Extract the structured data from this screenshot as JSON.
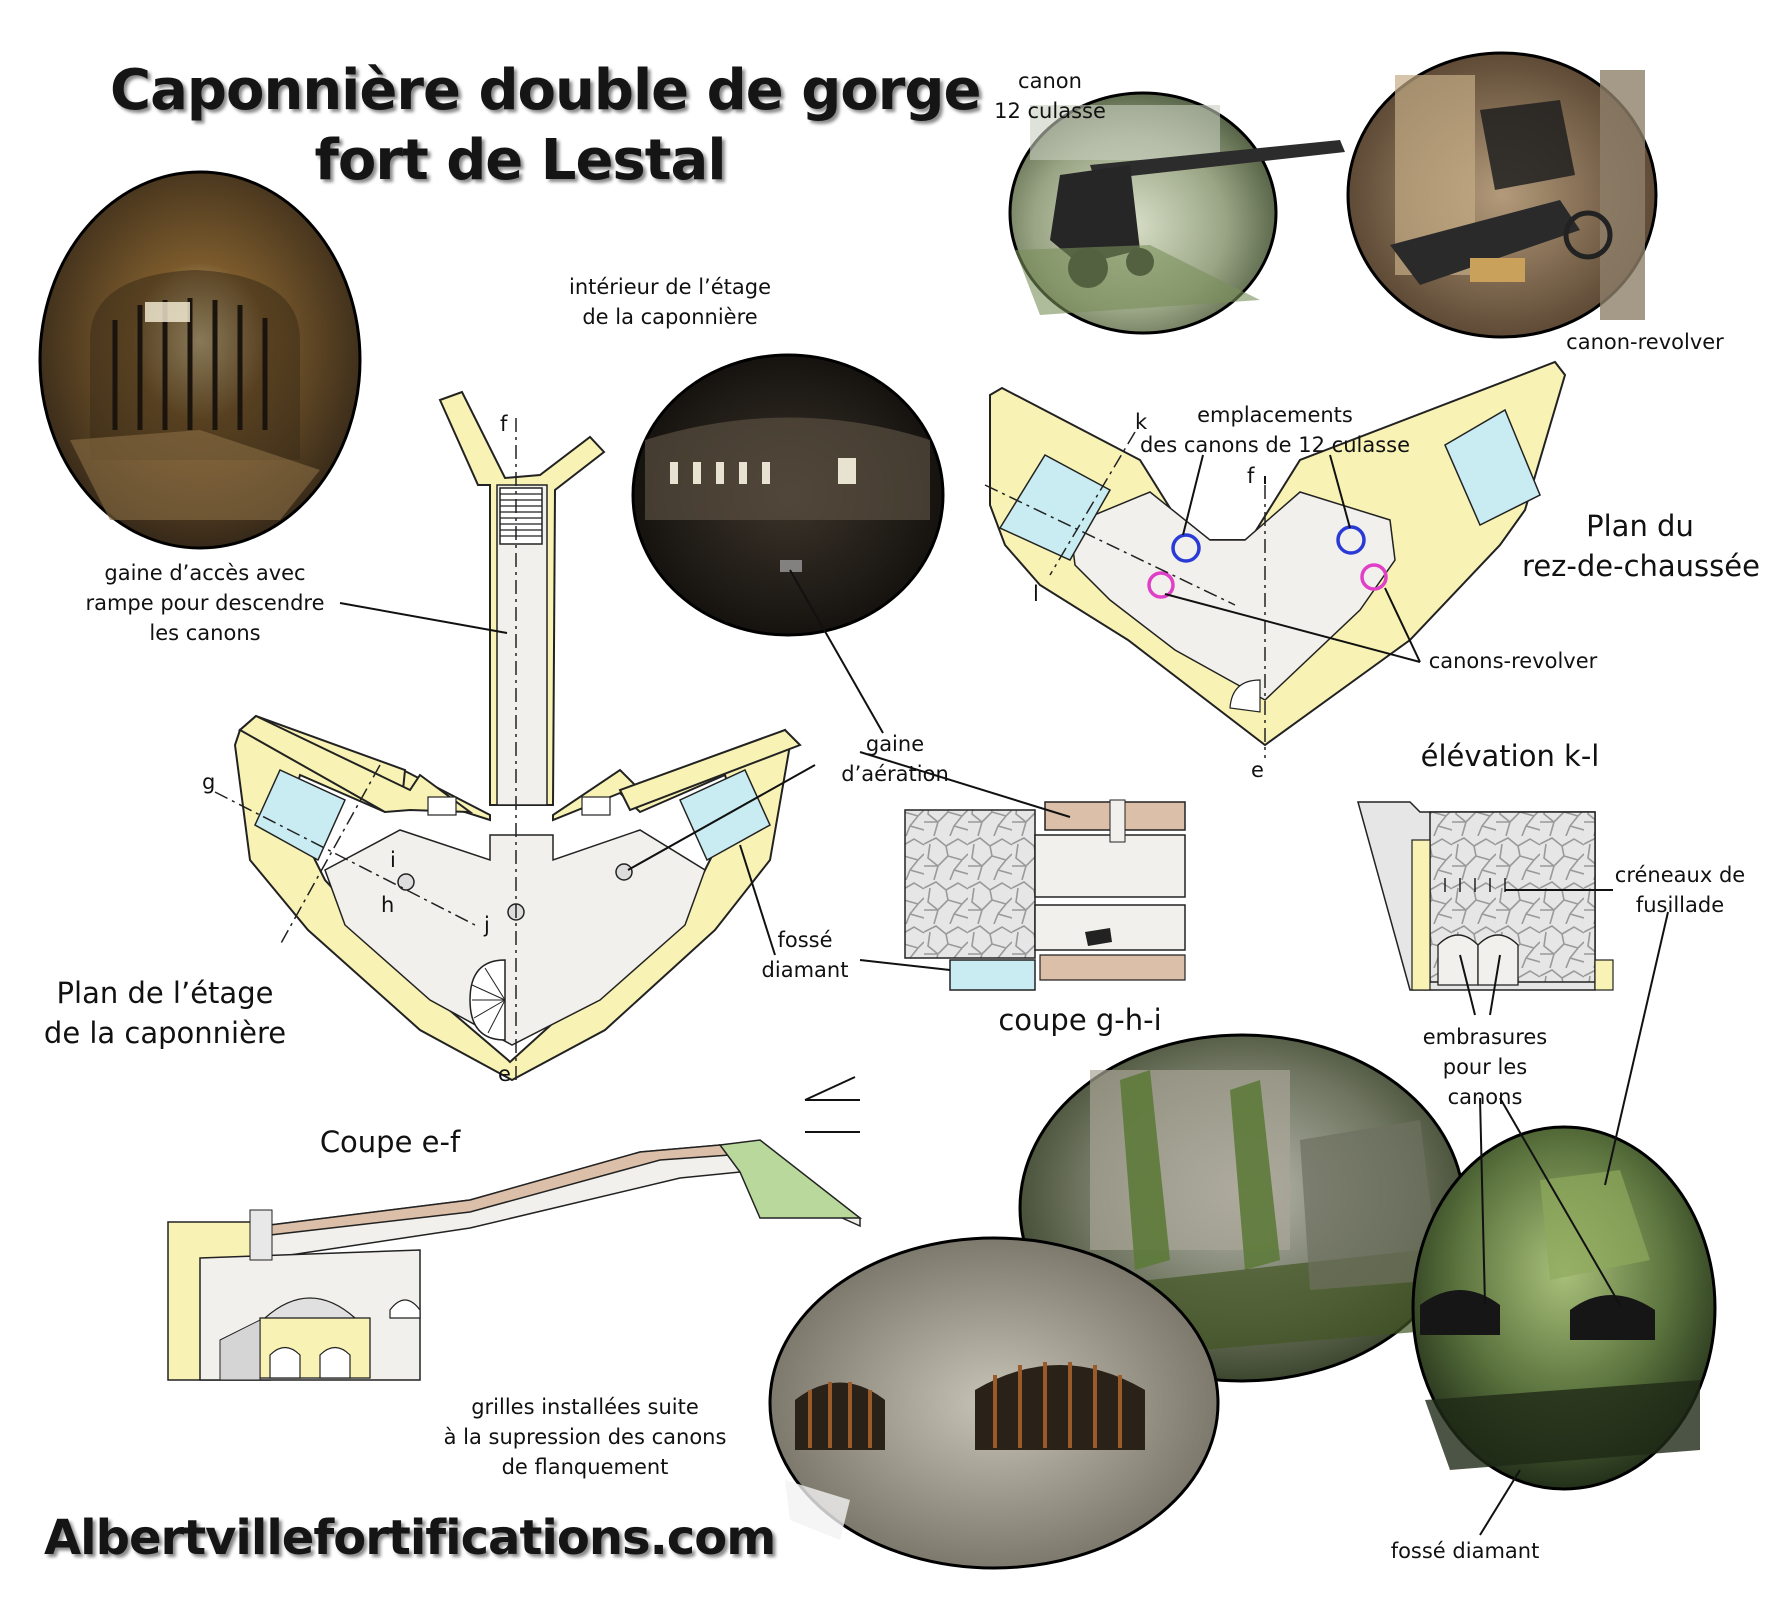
{
  "title": {
    "line1": "Caponnière double de gorge",
    "line2": "fort de Lestal"
  },
  "website": "Albertvillefortifications.com",
  "labels": {
    "canon_12_line1": "canon",
    "canon_12_line2": "12 culasse",
    "canon_revolver": "canon-revolver",
    "interior_line1": "intérieur de l’étage",
    "interior_line2": "de la caponnière",
    "gaine_acces_line1": "gaine d’accès avec",
    "gaine_acces_line2": "rampe pour descendre",
    "gaine_acces_line3": "les canons",
    "emplacements_line1": "emplacements",
    "emplacements_line2": "des canons de 12 culasse",
    "plan_rdc_line1": "Plan du",
    "plan_rdc_line2": "rez-de-chaussée",
    "canons_revolver": "canons-revolver",
    "gaine_aeration_line1": "gaine",
    "gaine_aeration_line2": "d’aération",
    "elevation_kl": "élévation k-l",
    "fosse_diamant_line1": "fossé",
    "fosse_diamant_line2": "diamant",
    "creneaux_line1": "créneaux de",
    "creneaux_line2": "fusillade",
    "plan_etage_line1": "Plan de l’étage",
    "plan_etage_line2": "de la caponnière",
    "coupe_ghi": "coupe g-h-i",
    "embrasures_line1": "embrasures",
    "embrasures_line2": "pour les",
    "embrasures_line3": "canons",
    "coupe_ef": "Coupe e-f",
    "grilles_line1": "grilles installées suite",
    "grilles_line2": "à la supression des canons",
    "grilles_line3": "de flanquement",
    "fosse_diamant_bottom": "fossé diamant"
  },
  "section_letters": {
    "f_top": "f",
    "e_bottom": "e",
    "g": "g",
    "h": "h",
    "i": "i",
    "j": "j",
    "k": "k",
    "l": "l",
    "f_rdc": "f",
    "e_rdc": "e"
  },
  "colors": {
    "wall_fill": "#f8f3b4",
    "floor_fill": "#f1f0ec",
    "ditch_fill": "#c9ecf2",
    "earth_fill": "#dcbfa8",
    "glacis_fill": "#b9d99c",
    "emplacement_circle": "#2a3ad6",
    "revolver_circle": "#e040c8"
  }
}
